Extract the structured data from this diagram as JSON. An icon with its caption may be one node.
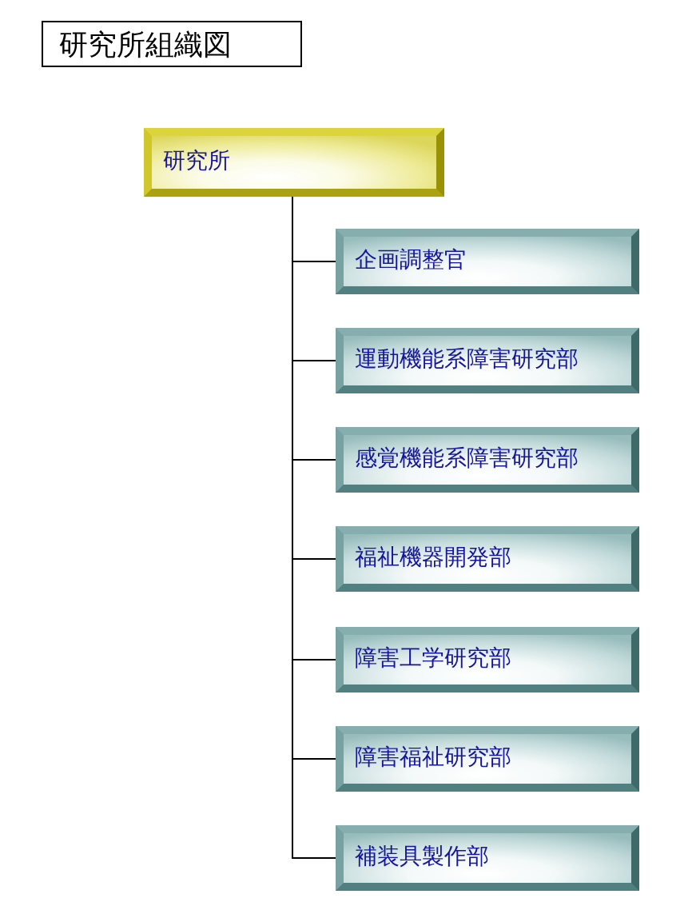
{
  "diagram": {
    "title": "研究所組織図",
    "nodes": [
      {
        "text": [
          "研究所"
        ]
      },
      {
        "text": [
          "企画調整官"
        ]
      },
      {
        "text": [
          "運動機能系障害研究部"
        ]
      },
      {
        "text": [
          "感覚機能系障害研究部"
        ]
      },
      {
        "text": [
          "福祉機器開発部"
        ]
      },
      {
        "text": [
          "障害工学研究部"
        ]
      },
      {
        "text": [
          "障害福祉研究部"
        ]
      },
      {
        "text": [
          "補装具製作部"
        ]
      }
    ],
    "edges": [
      {
        "from": 0,
        "to": 1,
        "arrow": "none"
      },
      {
        "from": 0,
        "to": 2,
        "arrow": "none"
      },
      {
        "from": 0,
        "to": 3,
        "arrow": "none"
      },
      {
        "from": 0,
        "to": 4,
        "arrow": "none"
      },
      {
        "from": 0,
        "to": 5,
        "arrow": "none"
      },
      {
        "from": 0,
        "to": 6,
        "arrow": "none"
      },
      {
        "from": 0,
        "to": 7,
        "arrow": "none"
      }
    ]
  }
}
